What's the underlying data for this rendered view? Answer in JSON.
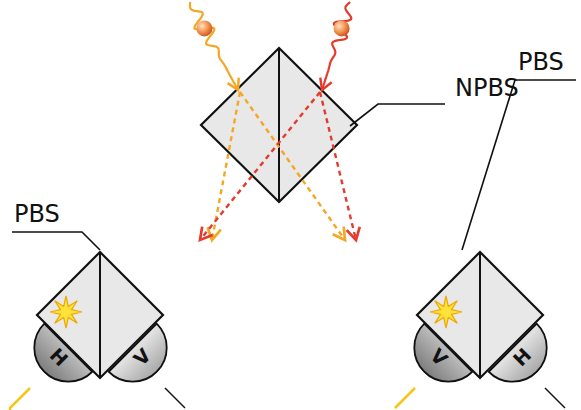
{
  "diagram": {
    "nodes": [
      {
        "text": [
          "H"
        ]
      },
      {
        "text": [
          "V"
        ]
      },
      {
        "text": [
          "V"
        ]
      },
      {
        "text": [
          "H"
        ]
      }
    ],
    "labels": [
      "NPBS",
      "PBS",
      "PBS"
    ]
  }
}
